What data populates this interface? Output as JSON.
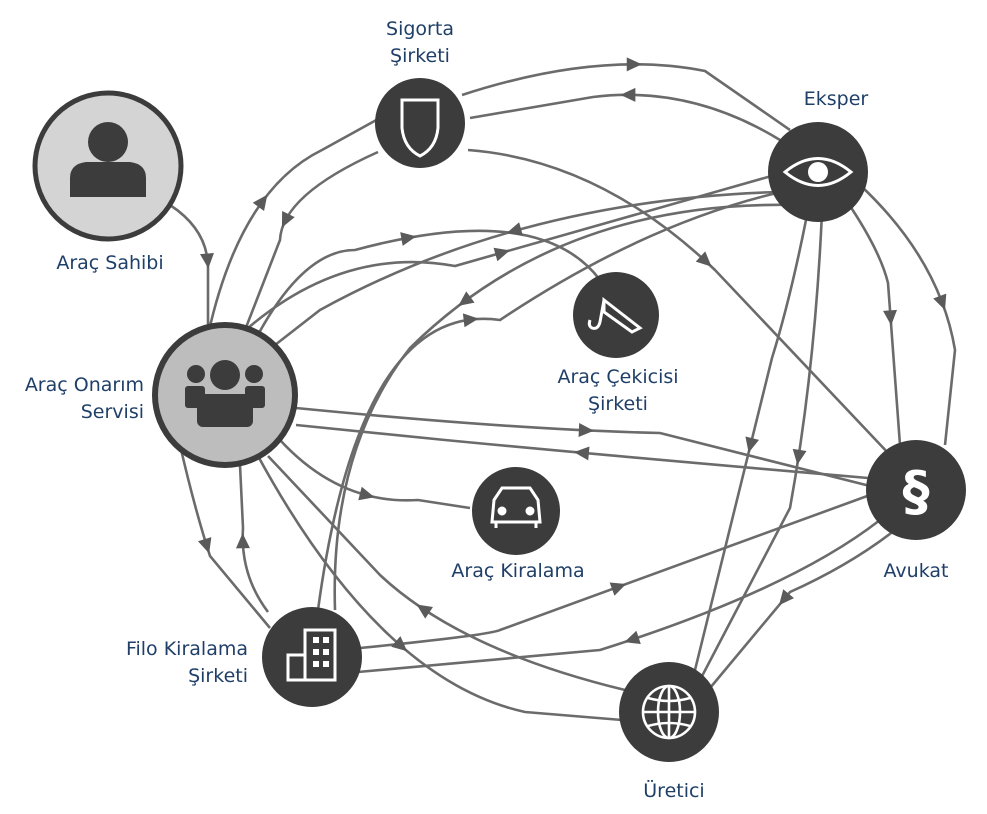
{
  "nodes": {
    "owner": {
      "label_lines": [
        "Araç Sahibi"
      ]
    },
    "repair": {
      "label_lines": [
        "Araç Onarım",
        "Servisi"
      ]
    },
    "insurer": {
      "label_lines": [
        "Sigorta",
        "Şirketi"
      ]
    },
    "expert": {
      "label_lines": [
        "Eksper"
      ]
    },
    "tow": {
      "label_lines": [
        "Araç Çekicisi",
        "Şirketi"
      ]
    },
    "rental": {
      "label_lines": [
        "Araç Kiralama"
      ]
    },
    "lawyer": {
      "label_lines": [
        "Avukat"
      ]
    },
    "fleet": {
      "label_lines": [
        "Filo Kiralama",
        "Şirketi"
      ]
    },
    "maker": {
      "label_lines": [
        "Üretici"
      ]
    }
  },
  "icons": {
    "owner": "person-icon",
    "repair": "group-icon",
    "insurer": "shield-icon",
    "expert": "eye-icon",
    "tow": "tow-crane-icon",
    "rental": "car-icon",
    "lawyer": "section-sign-icon",
    "fleet": "building-icon",
    "maker": "globe-icon"
  },
  "colors": {
    "node_dark": "#3c3c3c",
    "node_light": "#d4d4d4",
    "line": "#6b6b6b",
    "label": "#1f3f68"
  },
  "lawyer_symbol": "§"
}
